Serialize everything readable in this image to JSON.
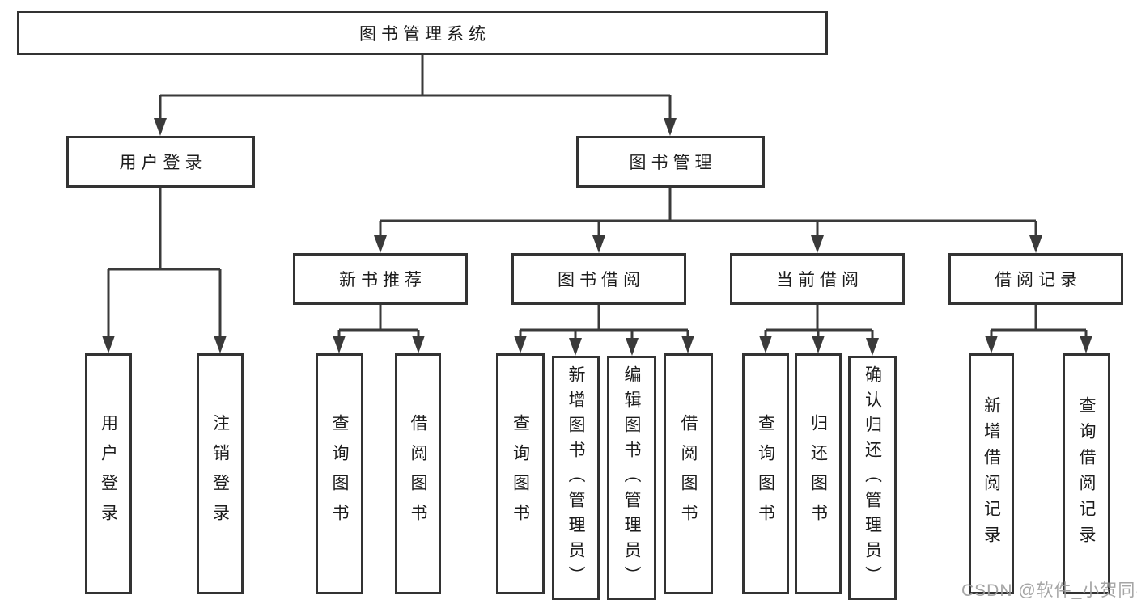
{
  "diagram": {
    "root": {
      "label": "图书管理系统"
    },
    "user_login": {
      "label": "用户登录",
      "children": [
        {
          "label": "用户登录"
        },
        {
          "label": "注销登录"
        }
      ]
    },
    "book_mgmt": {
      "label": "图书管理",
      "children": [
        {
          "label": "新书推荐",
          "children": [
            {
              "label": "查询图书"
            },
            {
              "label": "借阅图书"
            }
          ]
        },
        {
          "label": "图书借阅",
          "children": [
            {
              "label": "查询图书"
            },
            {
              "label": "新增图书（管理员）"
            },
            {
              "label": "编辑图书（管理员）"
            },
            {
              "label": "借阅图书"
            }
          ]
        },
        {
          "label": "当前借阅",
          "children": [
            {
              "label": "查询图书"
            },
            {
              "label": "归还图书"
            },
            {
              "label": "确认归还（管理员）"
            }
          ]
        },
        {
          "label": "借阅记录",
          "children": [
            {
              "label": "新增借阅记录"
            },
            {
              "label": "查询借阅记录"
            }
          ]
        }
      ]
    }
  },
  "watermark": {
    "text": "CSDN @软件_小贺同学"
  },
  "colors": {
    "line": "#3a3a3a",
    "border": "#333333",
    "text": "#1c1c1c",
    "bg": "#ffffff",
    "watermark": "#9c9c9c"
  }
}
